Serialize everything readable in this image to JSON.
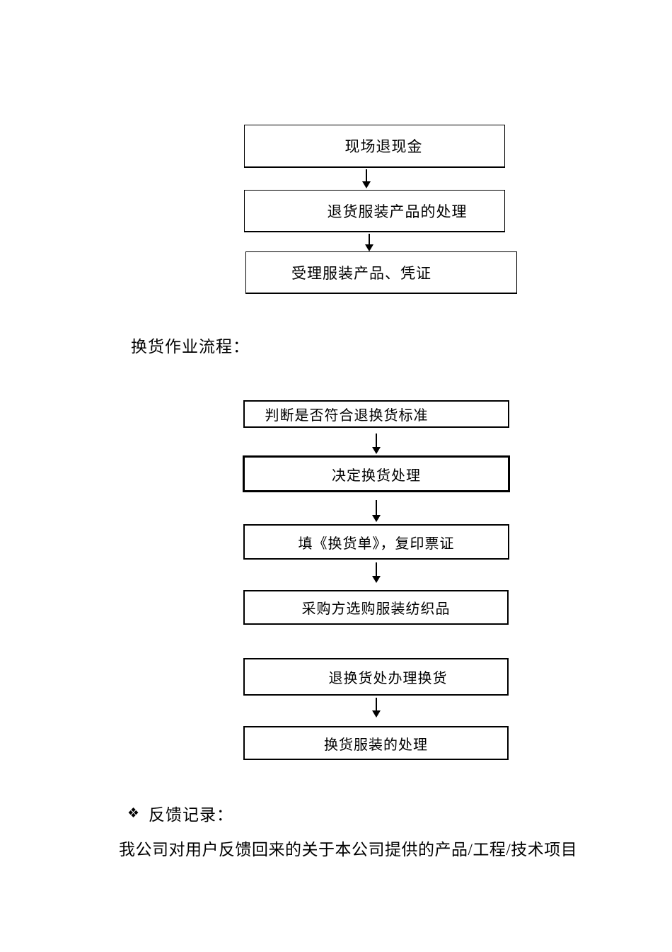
{
  "document": {
    "background": "#ffffff",
    "text_color": "#000000",
    "border_color": "#000000"
  },
  "return_flow": {
    "boxes": [
      {
        "label": "现场退现金"
      },
      {
        "label": "退货服装产品的处理"
      },
      {
        "label": "受理服装产品、凭证"
      }
    ]
  },
  "exchange_section": {
    "heading": "换货作业流程：",
    "boxes": [
      {
        "label": "判断是否符合退换货标准"
      },
      {
        "label": "决定换货处理"
      },
      {
        "label": "填《换货单》，复印票证"
      },
      {
        "label": "采购方选购服装纺织品"
      },
      {
        "label": "退换货处办理换货"
      },
      {
        "label": "换货服装的处理"
      }
    ]
  },
  "feedback_section": {
    "bullet_icon": "❖",
    "heading": "反馈记录：",
    "body_text": "我公司对用户反馈回来的关于本公司提供的产品/工程/技术项目"
  }
}
